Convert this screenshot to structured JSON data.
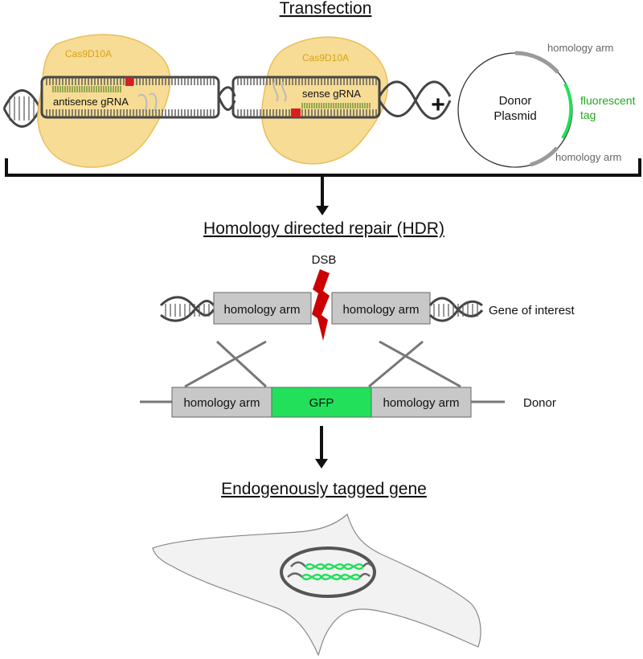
{
  "titles": {
    "transfection": "Transfection",
    "hdr": "Homology directed repair (HDR)",
    "tagged": "Endogenously tagged gene"
  },
  "cas9": {
    "left_label": "Cas9D10A",
    "right_label": "Cas9D10A",
    "antisense_label": "antisense gRNA",
    "sense_label": "sense gRNA"
  },
  "plus": "+",
  "plasmid": {
    "line1": "Donor",
    "line2": "Plasmid",
    "arm_top": "homology arm",
    "arm_bottom": "homology arm",
    "tag_line1": "fluorescent",
    "tag_line2": "tag"
  },
  "hdr": {
    "dsb": "DSB",
    "gene_arm_left": "homology arm",
    "gene_arm_right": "homology arm",
    "gene_label": "Gene of interest",
    "donor_arm_left": "homology arm",
    "donor_gfp": "GFP",
    "donor_arm_right": "homology arm",
    "donor_label": "Donor"
  },
  "colors": {
    "cas9": "#f7d98b",
    "cas9_stroke": "#e8b84a",
    "gfp": "#22e05a",
    "arm": "#c8c8c8",
    "dsb": "#cc0000",
    "grna": "#7a9a3a",
    "pam": "#d42020",
    "cell": "#f2f2f2"
  }
}
